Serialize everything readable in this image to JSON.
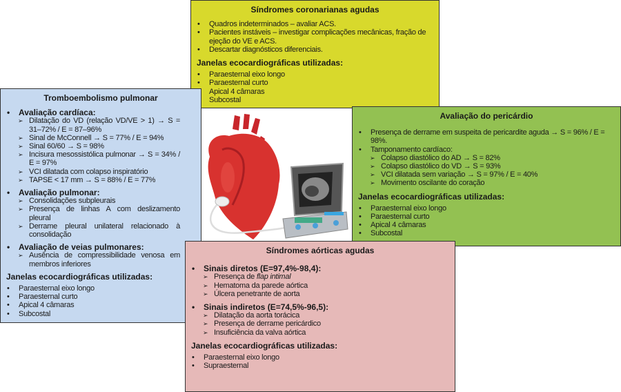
{
  "boxes": {
    "yellow": {
      "title": "Síndromes coronarianas agudas",
      "groups": [
        {
          "items": [
            {
              "text": "Quadros indeterminados – avaliar ACS.",
              "sub": []
            },
            {
              "text": "Pacientes instáveis – investigar complicações mecânicas, fração de ejeção do VE e ACS.",
              "sub": []
            },
            {
              "text": "Descartar diagnósticos diferenciais.",
              "sub": []
            }
          ]
        }
      ],
      "windows_title": "Janelas ecocardiográficas utilizadas:",
      "windows": [
        "Paraesternal eixo longo",
        "Paraesternal curto",
        "Apical 4 câmaras",
        "Subcostal"
      ]
    },
    "blue": {
      "title": "Tromboembolismo pulmonar",
      "groups": [
        {
          "items": [
            {
              "text": "Avaliação cardíaca:",
              "sub": [
                "Dilatação do VD (relação VD/VE > 1) → S = 31–72% / E = 87–96%",
                "Sinal de McConnell → S = 77% / E = 94%",
                "Sinal 60/60 → S = 98%",
                "Incisura mesossistólica pulmonar → S = 34% / E = 97%",
                "VCI dilatada com colapso inspiratório",
                "TAPSE < 17 mm → S = 88% / E = 77%"
              ]
            }
          ]
        },
        {
          "items": [
            {
              "text": "Avaliação pulmonar:",
              "sub": [
                "Consolidações subpleurais",
                "Presença de linhas A com deslizamento pleural",
                "Derrame pleural unilateral relacionado à consolidação"
              ]
            }
          ]
        },
        {
          "items": [
            {
              "text": "Avaliação de veias pulmonares:",
              "sub": [
                "Ausência de compressibilidade venosa em membros inferiores"
              ]
            }
          ]
        }
      ],
      "windows_title": "Janelas ecocardiográficas utilizadas:",
      "windows": [
        "Paraesternal eixo longo",
        "Paraesternal curto",
        "Apical 4 câmaras",
        "Subcostal"
      ]
    },
    "green": {
      "title": "Avaliação do pericárdio",
      "groups": [
        {
          "items": [
            {
              "text": "Presença de derrame em suspeita de pericardite aguda → S = 96% / E = 98%.",
              "sub": []
            },
            {
              "text": "Tamponamento cardíaco:",
              "sub": [
                "Colapso diastólico do AD → S = 82%",
                "Colapso diastólico do VD → S = 93%",
                "VCI dilatada sem variação → S = 97% / E = 40%",
                "Movimento oscilante do coração"
              ]
            }
          ]
        }
      ],
      "windows_title": "Janelas ecocardiográficas utilizadas:",
      "windows": [
        "Paraesternal eixo longo",
        "Paraesternal curto",
        "Apical 4 câmaras",
        "Subcostal"
      ]
    },
    "pink": {
      "title": "Síndromes aórticas agudas",
      "groups": [
        {
          "items": [
            {
              "text": "Sinais diretos (E=97,4%-98,4):",
              "sub": [
                "Presença de |flap intimal",
                "Hematoma da parede aórtica",
                "Úlcera penetrante de aorta"
              ]
            }
          ]
        },
        {
          "items": [
            {
              "text": "Sinais indiretos (E=74,5%-96,5):",
              "sub": [
                "Dilatação da aorta torácica",
                "Presença de derrame pericárdico",
                "Insuficiência da valva aórtica"
              ]
            }
          ]
        }
      ],
      "windows_title": "Janelas ecocardiográficas utilizadas:",
      "windows": [
        "Paraesternal eixo longo",
        "Supraesternal"
      ]
    }
  }
}
